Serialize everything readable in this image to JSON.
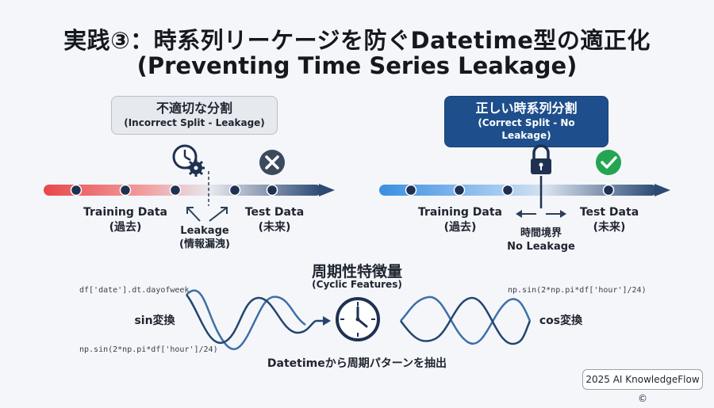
{
  "title": {
    "ja": "実践③：時系列リーケージを防ぐDatetime型の適正化",
    "en": "(Preventing Time Series Leakage)"
  },
  "incorrect": {
    "header": "不適切な分割",
    "subheader": "(Incorrect Split - Leakage)",
    "training_label": "Training Data",
    "training_sub": "(過去)",
    "test_label": "Test Data",
    "test_sub": "(未来)",
    "leakage_label": "Leakage",
    "leakage_sub": "(情報漏洩)"
  },
  "correct": {
    "header": "正しい時系列分割",
    "subheader": "(Correct Split - No Leakage)",
    "training_label": "Training Data",
    "training_sub": "(過去)",
    "test_label": "Test Data",
    "test_sub": "(未来)",
    "boundary_label": "時間境界",
    "boundary_sub": "No Leakage"
  },
  "cyclic": {
    "title": "周期性特徴量",
    "subtitle": "(Cyclic Features)",
    "code_dayofweek": "df['date'].dt.dayofweek",
    "code_sin": "np.sin(2*np.pi*df['hour']/24)",
    "code_cos_top": "np.sin(2*np.pi*df['hour']/24)",
    "sin_label": "sin変換",
    "cos_label": "cos変換",
    "extract_caption": "Datetimeから周期パターンを抽出"
  },
  "footer": "2025 AI KnowledgeFlow ©",
  "colors": {
    "red_start": "#e8474b",
    "navy": "#2c4a73",
    "blue_start": "#3a8fe0",
    "green_check": "#23a552",
    "x_circle": "#3c4a5e"
  },
  "icons": [
    "clock-gear-icon",
    "x-circle-icon",
    "lock-icon",
    "check-circle-icon",
    "clock-icon"
  ]
}
